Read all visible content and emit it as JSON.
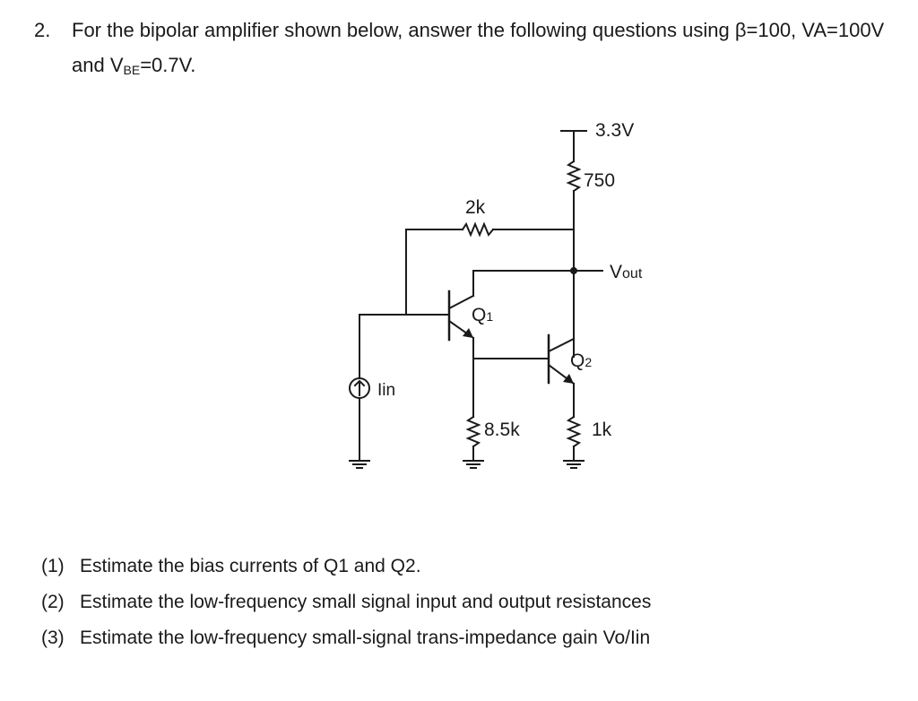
{
  "problem": {
    "number": "2.",
    "text_part1": "For the bipolar amplifier shown below, answer the following questions using β=100, VA=100V and V",
    "vbe_sub": "BE",
    "text_part2": "=0.7V."
  },
  "circuit": {
    "supply_label": "3.3V",
    "rc_label": "750",
    "feedback_r_label": "2k",
    "vout_label": "V",
    "vout_sub": "out",
    "q1_label": "Q",
    "q1_sub": "1",
    "q2_label": "Q",
    "q2_sub": "2",
    "iin_label": "Iin",
    "re1_label": "8.5k",
    "re2_label": "1k"
  },
  "questions": [
    {
      "num": "(1)",
      "text": "Estimate the bias currents of Q1 and Q2."
    },
    {
      "num": "(2)",
      "text": "Estimate the low-frequency small signal input and output resistances"
    },
    {
      "num": "(3)",
      "text": "Estimate the low-frequency small-signal trans-impedance gain Vo/Iin"
    }
  ]
}
